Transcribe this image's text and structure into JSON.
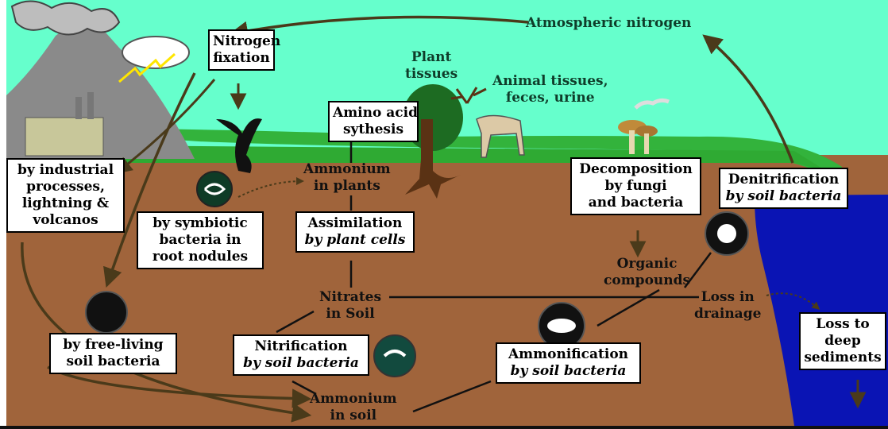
{
  "colors": {
    "sky": "#66ffcc",
    "soil": "#a0643b",
    "grass": "#33b33c",
    "water": "#0a14b4",
    "arrow": "#4a3a1a",
    "volcano": "#8a8a8a"
  },
  "labels": {
    "atmospheric_nitrogen": "Atmospheric nitrogen",
    "plant_tissues": [
      "Plant",
      "tissues"
    ],
    "animal_tissues": [
      "Animal tissues,",
      "feces, urine"
    ],
    "ammonium_in_plants": [
      "Ammonium",
      "in plants"
    ],
    "organic_compounds": [
      "Organic",
      "compounds"
    ],
    "nitrates_in_soil": [
      "Nitrates",
      "in Soil"
    ],
    "loss_in_drainage": [
      "Loss in",
      "drainage"
    ],
    "ammonium_in_soil": [
      "Ammonium",
      "in soil"
    ]
  },
  "boxes": {
    "nitrogen_fixation": [
      "Nitrogen",
      "fixation"
    ],
    "amino_acid": [
      "Amino acid",
      "sythesis"
    ],
    "industrial": [
      "by industrial",
      "processes,",
      "lightning &",
      "volcanos"
    ],
    "symbiotic": [
      "by symbiotic",
      "bacteria in",
      "root nodules"
    ],
    "assimilation": {
      "title": "Assimilation",
      "subtitle": "by plant cells"
    },
    "decomposition": [
      "Decomposition",
      "by fungi",
      "and bacteria"
    ],
    "denitrification": {
      "title": "Denitrification",
      "subtitle": "by soil bacteria"
    },
    "free_living": [
      "by free-living",
      "soil bacteria"
    ],
    "nitrification": {
      "title": "Nitrification",
      "subtitle": "by soil bacteria"
    },
    "ammonification": {
      "title": "Ammonification",
      "subtitle": "by soil bacteria"
    },
    "loss_sediments": [
      "Loss to",
      "deep",
      "sediments"
    ]
  }
}
